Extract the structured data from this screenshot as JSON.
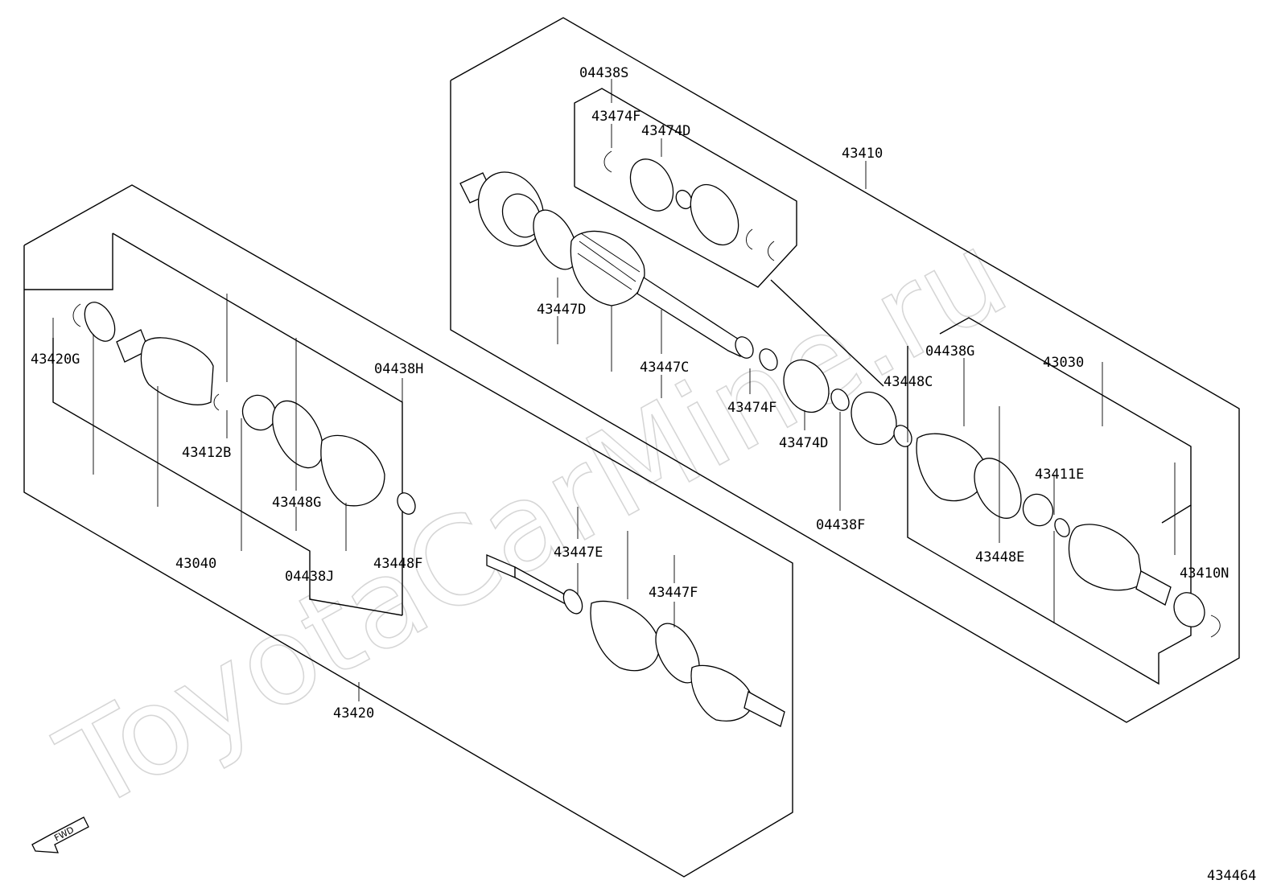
{
  "watermark": "ToyotaCarMine.ru",
  "figure_number": "434464",
  "fwd_label": "FWD",
  "labels": {
    "p04438S": "04438S",
    "p43474F_top": "43474F",
    "p43474D_top": "43474D",
    "p43410": "43410",
    "p43447D": "43447D",
    "p43447C": "43447C",
    "p43474F_mid": "43474F",
    "p43474D_mid": "43474D",
    "p04438F": "04438F",
    "p43448C": "43448C",
    "p04438G": "04438G",
    "p43030": "43030",
    "p43411E": "43411E",
    "p43448E": "43448E",
    "p43410N": "43410N",
    "p43420G": "43420G",
    "p04438H": "04438H",
    "p43412B": "43412B",
    "p43448G": "43448G",
    "p43040": "43040",
    "p04438J": "04438J",
    "p43448F": "43448F",
    "p43447E": "43447E",
    "p43447F": "43447F",
    "p43420": "43420"
  }
}
